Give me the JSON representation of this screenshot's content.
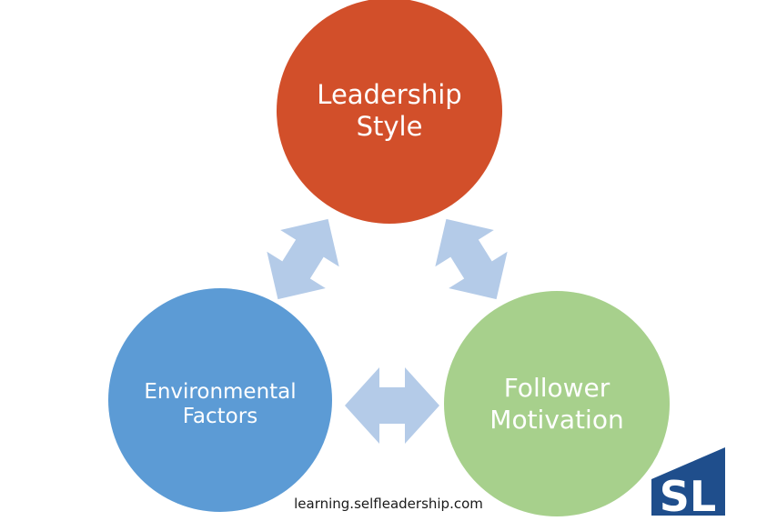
{
  "diagram": {
    "nodes": [
      {
        "id": "leadership",
        "lines": [
          "Leadership",
          "Style"
        ],
        "color": "#d24f2a"
      },
      {
        "id": "environmental",
        "lines": [
          "Environmental",
          "Factors"
        ],
        "color": "#5c9bd5"
      },
      {
        "id": "follower",
        "lines": [
          "Follower",
          "Motivation"
        ],
        "color": "#a7d08c"
      }
    ],
    "arrow_color": "#b4cbe8",
    "arrows": [
      {
        "from": "leadership",
        "to": "environmental",
        "direction": "both"
      },
      {
        "from": "leadership",
        "to": "follower",
        "direction": "both"
      },
      {
        "from": "environmental",
        "to": "follower",
        "direction": "both"
      }
    ]
  },
  "footer": {
    "url": "learning.selfleadership.com"
  },
  "logo": {
    "text": "SL",
    "color": "#1f4e8c"
  }
}
